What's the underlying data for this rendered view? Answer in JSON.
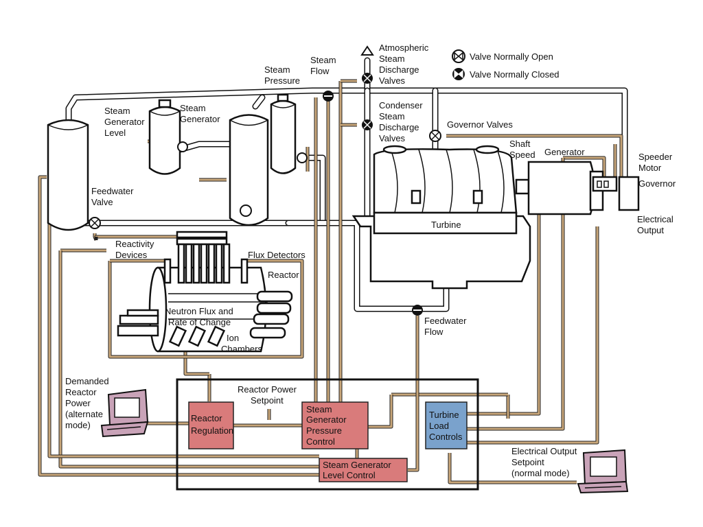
{
  "legend": {
    "open": "Valve Normally Open",
    "closed": "Valve Normally Closed"
  },
  "labels": {
    "atmospheric": [
      "Atmospheric",
      "Steam",
      "Discharge",
      "Valves"
    ],
    "steam_flow": [
      "Steam",
      "Flow"
    ],
    "steam_pressure": [
      "Steam",
      "Pressure"
    ],
    "condenser": [
      "Condenser",
      "Steam",
      "Discharge",
      "Valves"
    ],
    "governor_valves": "Governor Valves",
    "shaft_speed": [
      "Shaft",
      "Speed"
    ],
    "generator": "Generator",
    "speeder_motor": [
      "Speeder",
      "Motor"
    ],
    "governor": "Governor",
    "electrical_output": [
      "Electrical",
      "Output"
    ],
    "turbine": "Turbine",
    "sg_level": [
      "Steam",
      "Generator",
      "Level"
    ],
    "steam_generator": [
      "Steam",
      "Generator"
    ],
    "feedwater_valve": [
      "Feedwater",
      "Valve"
    ],
    "reactivity_devices": [
      "Reactivity",
      "Devices"
    ],
    "flux_detectors": "Flux Detectors",
    "reactor": "Reactor",
    "neutron_flux": [
      "Neutron Flux and",
      "Rate of Change"
    ],
    "ion_chambers": [
      "Ion",
      "Chambers"
    ],
    "feedwater_flow": [
      "Feedwater",
      "Flow"
    ],
    "demanded_power": [
      "Demanded",
      "Reactor",
      "Power",
      "(alternate",
      "mode)"
    ],
    "reactor_power_setpoint": [
      "Reactor Power",
      "Setpoint"
    ],
    "electrical_output_setpoint": [
      "Electrical Output",
      "Setpoint",
      "(normal mode)"
    ]
  },
  "blocks": {
    "reactor_regulation": [
      "Reactor",
      "Regulation"
    ],
    "sg_pressure_control": [
      "Steam",
      "Generator",
      "Pressure",
      "Control"
    ],
    "turbine_load_controls": [
      "Turbine",
      "Load",
      "Controls"
    ],
    "sg_level_control": [
      "Steam Generator",
      "Level Control"
    ]
  },
  "colors": {
    "control_block_red": "#d97b7b",
    "control_block_blue": "#7aa2cc",
    "signal_line": "#c9a77a",
    "terminal_screen": "#c9a3b8"
  }
}
